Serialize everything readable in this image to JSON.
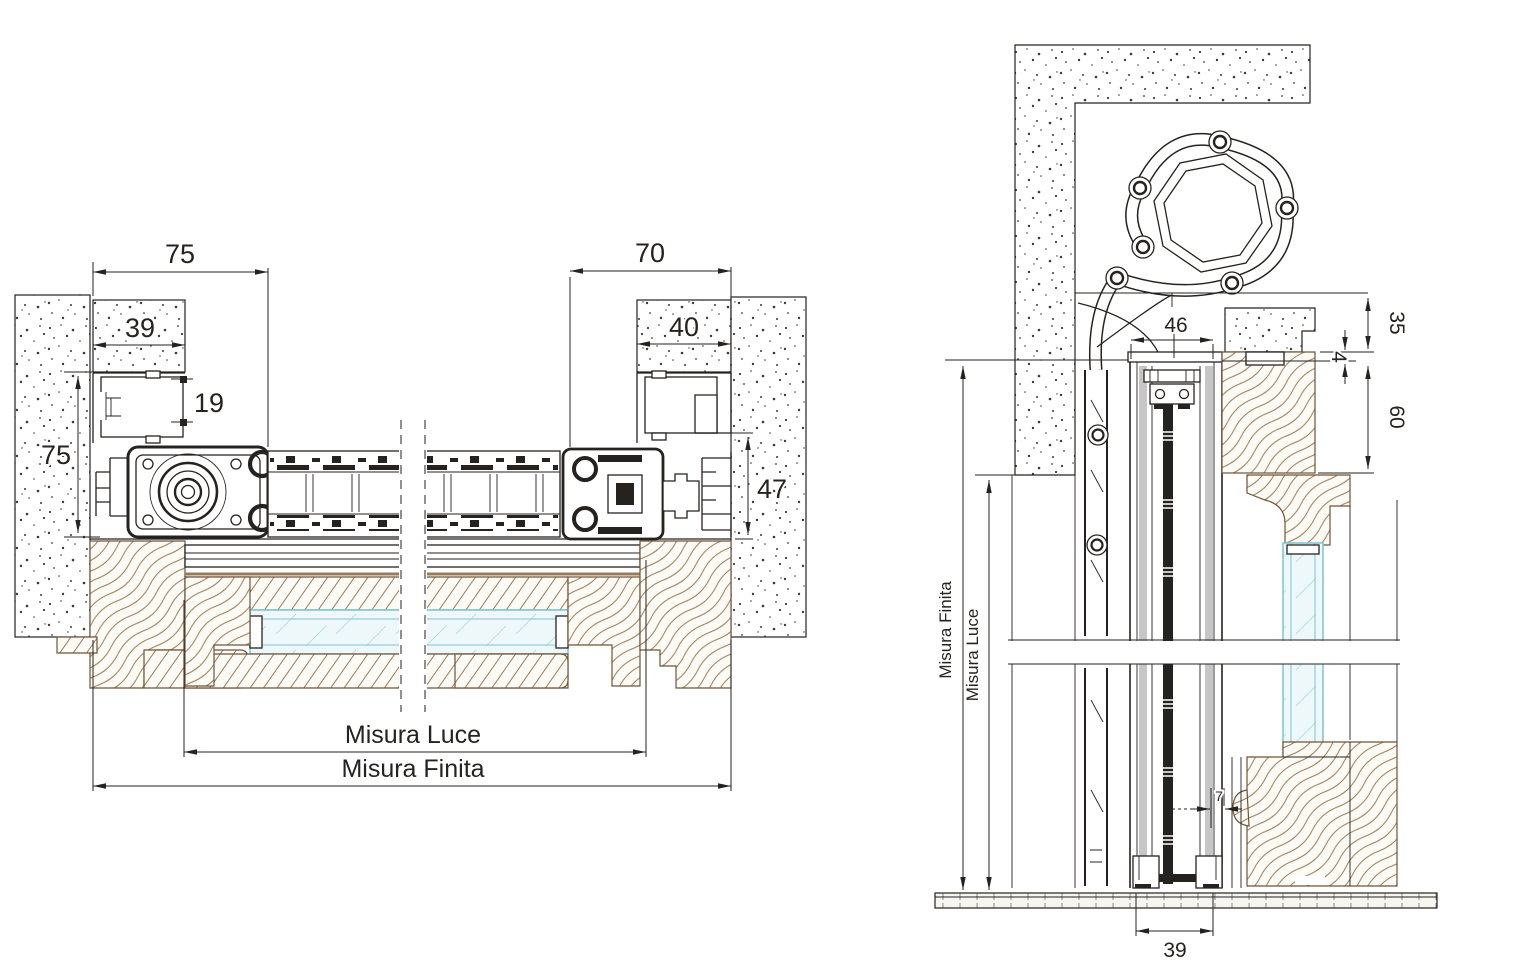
{
  "colors": {
    "line": "#26221f",
    "wood": "#9b7b57",
    "wood_dark": "#6f5438",
    "glass": "#7cc6ce",
    "glass_bg": "#eef8fa",
    "concrete_dot": "#3a3a3a",
    "gray_infill": "#c6c6c6",
    "floor_bg": "#f7f5f0"
  },
  "left_section": {
    "description": "horizontal plan section of sliding-folding door",
    "dims": {
      "frame_width": "75",
      "track_width": "39",
      "head_gap": "19",
      "frame_depth": "75",
      "frame_width_right": "70",
      "track_width_right": "40",
      "frame_depth_right": "47",
      "clear_opening": "Misura Luce",
      "overall": "Misura Finita"
    }
  },
  "right_section": {
    "description": "vertical section with roller shutter box and window",
    "dims": {
      "guide_width": "46",
      "lintel_drop": "35",
      "gap": "4",
      "lintel_height": "60",
      "edge_gap": "7",
      "sill_width": "39",
      "overall": "Misura Finita",
      "clear_opening": "Misura Luce"
    }
  }
}
